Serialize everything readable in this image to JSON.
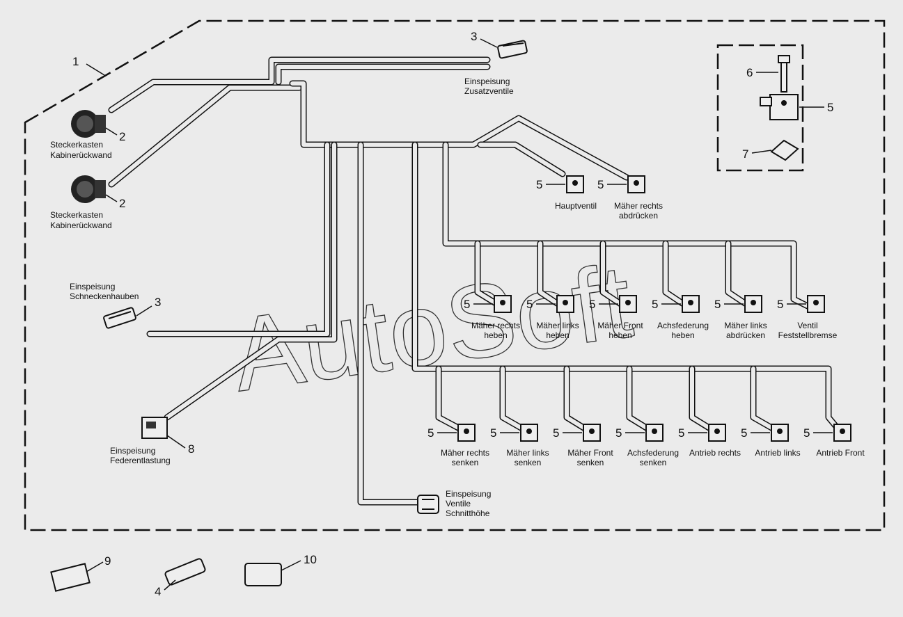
{
  "labels": {
    "steckerkasten_1": [
      "Steckerkasten",
      "Kabinerückwand"
    ],
    "steckerkasten_2": [
      "Steckerkasten",
      "Kabinerückwand"
    ],
    "zusatzventile": [
      "Einspeisung",
      "Zusatzventile"
    ],
    "schneckenhauben": [
      "Einspeisung",
      "Schneckenhauben"
    ],
    "federentlastung": [
      "Einspeisung",
      "Federentlastung"
    ],
    "schnitthoehe": [
      "Einspeisung",
      "Ventile",
      "Schnitthöhe"
    ],
    "hauptventil": [
      "Hauptventil"
    ],
    "maeher_rechts_abdruecken": [
      "Mäher rechts",
      "abdrücken"
    ],
    "row_heben": [
      [
        "Mäher rechts",
        "heben"
      ],
      [
        "Mäher links",
        "heben"
      ],
      [
        "Mäher Front",
        "heben"
      ],
      [
        "Achsfederung",
        "heben"
      ],
      [
        "Mäher links",
        "abdrücken"
      ],
      [
        "Ventil",
        "Feststellbremse"
      ]
    ],
    "row_senken": [
      [
        "Mäher rechts",
        "senken"
      ],
      [
        "Mäher links",
        "senken"
      ],
      [
        "Mäher Front",
        "senken"
      ],
      [
        "Achsfederung",
        "senken"
      ],
      [
        "Antrieb rechts"
      ],
      [
        "Antrieb links"
      ],
      [
        "Antrieb Front"
      ]
    ]
  },
  "callouts": {
    "c1": "1",
    "c2a": "2",
    "c2b": "2",
    "c3a": "3",
    "c3b": "3",
    "c4": "4",
    "c5": "5",
    "c6": "6",
    "c7": "7",
    "c8": "8",
    "c9": "9",
    "c10": "10",
    "valve": "5"
  },
  "watermark": "AutoSoft"
}
